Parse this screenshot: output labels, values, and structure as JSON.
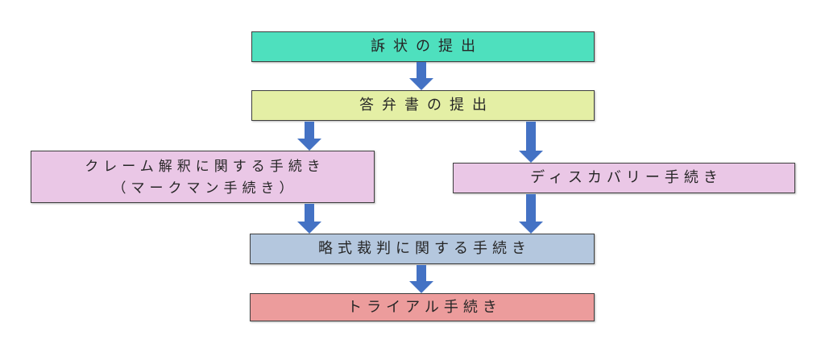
{
  "diagram": {
    "type": "flowchart",
    "language": "ja",
    "nodes": [
      {
        "id": "complaint",
        "label": "訴状の提出",
        "fill": "#4ee0be"
      },
      {
        "id": "answer",
        "label": "答弁書の提出",
        "fill": "#e4efa5"
      },
      {
        "id": "claim-construction",
        "label_lines": [
          "クレーム解釈に関する手続き",
          "（マークマン手続き）"
        ],
        "fill": "#eac7e6"
      },
      {
        "id": "discovery",
        "label": "ディスカバリー手続き",
        "fill": "#eac7e6"
      },
      {
        "id": "summary-judgment",
        "label": "略式裁判に関する手続き",
        "fill": "#b4c7de"
      },
      {
        "id": "trial",
        "label": "トライアル手続き",
        "fill": "#ec9c9c"
      }
    ],
    "edges": [
      {
        "from": "complaint",
        "to": "answer"
      },
      {
        "from": "answer",
        "to": "claim-construction"
      },
      {
        "from": "answer",
        "to": "discovery"
      },
      {
        "from": "claim-construction",
        "to": "summary-judgment"
      },
      {
        "from": "discovery",
        "to": "summary-judgment"
      },
      {
        "from": "summary-judgment",
        "to": "trial"
      }
    ],
    "colors": {
      "arrow": "#4472c4",
      "node_border": "#3f3f3f",
      "text": "#262626",
      "background": "#ffffff"
    }
  }
}
